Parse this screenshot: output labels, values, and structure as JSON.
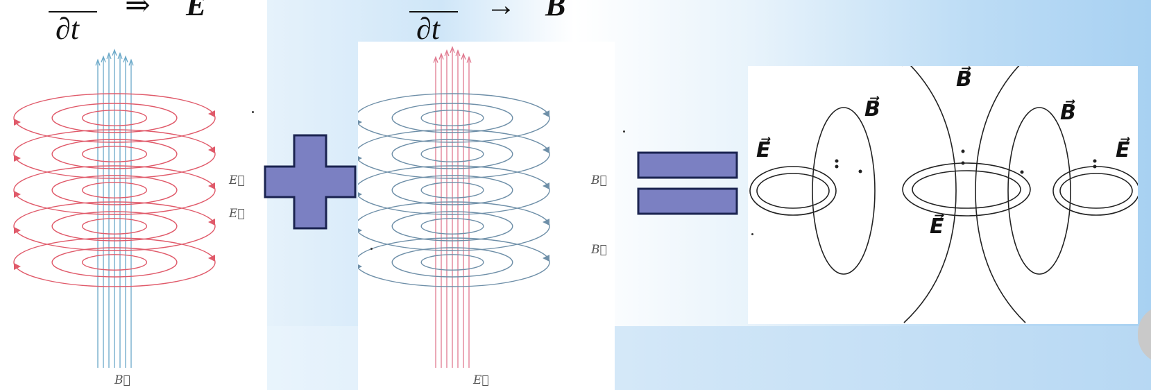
{
  "formulas": {
    "left": {
      "denominator": "∂t",
      "arrow": "⇒",
      "symbol": "E"
    },
    "middle": {
      "denominator": "∂t",
      "arrow": "→",
      "symbol": "B"
    }
  },
  "left_diagram": {
    "field_label_top_1": "E⃗",
    "field_label_top_2": "E⃗",
    "axis_label": "B⃗",
    "loop_color": "#e05a6a",
    "axis_color": "#6aa8c8"
  },
  "middle_diagram": {
    "field_label_1": "B⃗",
    "field_label_2": "B⃗",
    "axis_label": "E⃗",
    "loop_color": "#6e8fa8",
    "axis_color": "#e07a90"
  },
  "right_diagram": {
    "labels": [
      "B⃗",
      "B⃗",
      "B⃗",
      "E⃗",
      "E⃗",
      "E⃗"
    ]
  },
  "symbols": {
    "plus_color": "#7b80c2",
    "equals_color": "#7b80c2"
  }
}
